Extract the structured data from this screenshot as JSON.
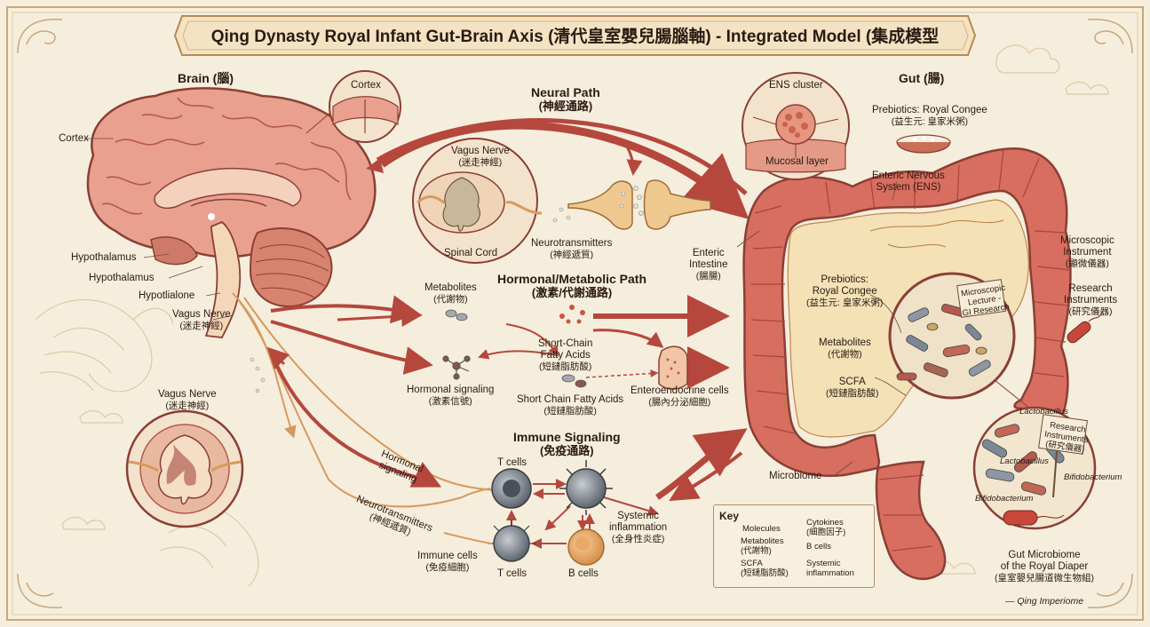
{
  "title": "Qing Dynasty Royal Infant Gut-Brain Axis (清代皇室嬰兒腸腦軸) - Integrated Model (集成模型",
  "brain_section": {
    "title": "Brain (腦)"
  },
  "gut_section": {
    "title": "Gut (腸)"
  },
  "brain_labels": {
    "cortex_inset": "Cortex",
    "cortex": "Cortex",
    "hypothalamus_1": "Hypothalamus",
    "hypothalamus_2": "Hypothalamus",
    "hypothalamus_3": "Hypotlialone",
    "vagus_en": "Vagus Nerve",
    "vagus_zh": "(迷走神經)",
    "vagus2_en": "Vagus Nerve",
    "vagus2_zh": "(迷走神經)"
  },
  "neural_path": {
    "title_en": "Neural Path",
    "title_zh": "(神經通路)",
    "vagus_en": "Vagus Nerve",
    "vagus_zh": "(迷走神經)",
    "spinal_cord": "Spinal Cord",
    "neurotransmitters_en": "Neurotransmitters",
    "neurotransmitters_zh": "(神經遞質)"
  },
  "hormonal_path": {
    "title_en": "Hormonal/Metabolic Path",
    "title_zh": "(激素/代謝通路)",
    "metabolites_en": "Metabolites",
    "metabolites_zh": "(代謝物)",
    "scfa_en": "Short-Chain\nFatty Acids",
    "scfa_zh": "(短鏈脂肪酸)",
    "hormonal_signaling_en": "Hormonal signaling",
    "hormonal_signaling_zh": "(激素信號)",
    "scfa2_en": "Short Chain Fatty Acids",
    "scfa2_zh": "(短鏈脂肪酸)",
    "enteroendocrine_en": "Enteroendocrine cells",
    "enteroendocrine_zh": "(腸內分泌細胞)"
  },
  "immune_path": {
    "title_en": "Immune Signaling",
    "title_zh": "(免疫通路)",
    "tcells_top": "T cells",
    "tcells_bottom": "T cells",
    "bcells": "B cells",
    "immune_cells_en": "Immune cells",
    "immune_cells_zh": "(免疫細胞)",
    "systemic_en": "Systemic\ninflammation",
    "systemic_zh": "(全身性炎症)",
    "hormonal_signaling_curve": "Hormonal\nsignaling",
    "neurotransmitters_curve_en": "Neurotransmitters",
    "neurotransmitters_curve_zh": "(神經遞質)"
  },
  "gut_labels": {
    "ens_cluster": "ENS cluster",
    "mucosal_layer": "Mucosal layer",
    "prebiotics_top_en": "Prebiotics: Royal Congee",
    "prebiotics_top_zh": "(益生元: 皇家米粥)",
    "ens_en": "Enteric Nervous\nSystem (ENS)",
    "enteric_intestine_en": "Enteric\nIntestine",
    "enteric_intestine_zh": "(腸腸)",
    "prebiotics_mid_en": "Prebiotics:\nRoyal Congee",
    "prebiotics_mid_zh": "(益生元: 皇家米粥)",
    "metabolites_en": "Metabolites",
    "metabolites_zh": "(代謝物)",
    "scfa_en": "SCFA",
    "scfa_zh": "(短鏈脂肪酸)",
    "microbiome": "Microbiome",
    "micro_sign": "Microscopic\nLecture -\nGI Research",
    "microscopic_instrument_en": "Microscopic\nInstrument",
    "microscopic_instrument_zh": "(顯微儀器)",
    "research_instruments_en": "Research\nInstruments",
    "research_instruments_zh": "(研究儀器)",
    "lactobacillus_1": "Lactobacillus",
    "lactobacillus_2": "Lactobacillus",
    "bifidobacterium_1": "Bifidobacterium",
    "bifidobacterium_2": "Bifidobacterium",
    "research_sign": "Research\nInstruments\n(研究儀器)",
    "gut_microbiome_en": "Gut Microbiome\nof the Royal Diaper",
    "gut_microbiome_zh": "(皇室嬰兒腸道微生物組)",
    "gut_microbiome_sig": "— Qing Imperiome"
  },
  "key": {
    "title": "Key",
    "molecules": "Molecules",
    "metabolites_en": "Metabolites",
    "metabolites_zh": "(代謝物)",
    "scfa_en": "SCFA",
    "scfa_zh": "(短鏈脂肪酸)",
    "cytokines_en": "Cytokines",
    "cytokines_zh": "(細胞因子)",
    "bcells": "B cells",
    "systemic_en": "Systemic",
    "systemic_en2": "inflammation"
  },
  "colors": {
    "background": "#f6eedd",
    "arrow_red": "#b5473d",
    "intestine": "#d86e60",
    "brain": "#e39382",
    "border_gold": "#c9a778"
  }
}
